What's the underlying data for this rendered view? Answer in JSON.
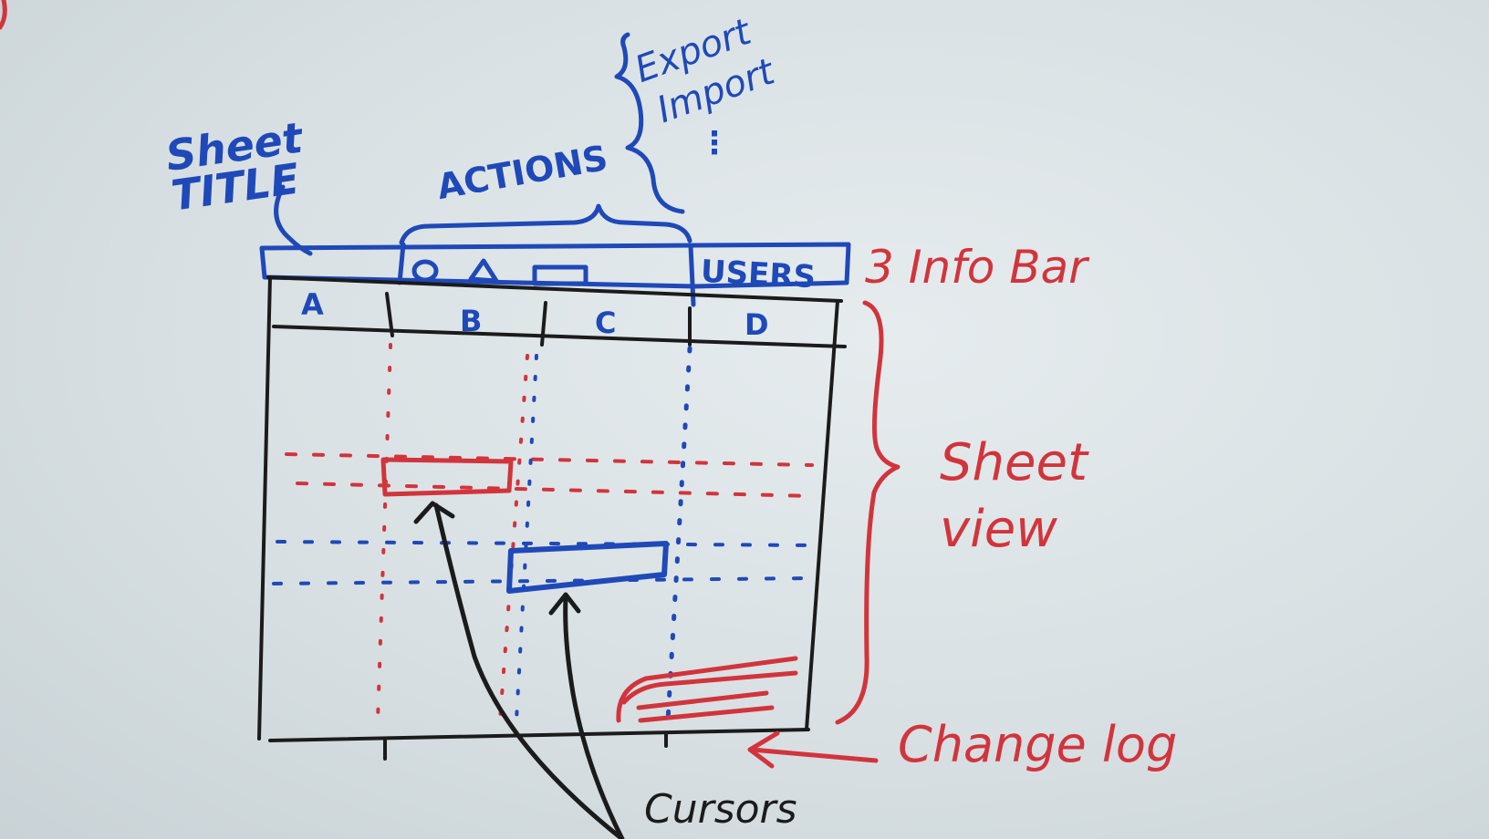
{
  "sheet_title": "Sheet\nTITLE",
  "actions": "ACTIONS",
  "actions_menu": [
    "Export",
    "Import",
    "⋮"
  ],
  "users": "USERS",
  "info_bar": "3  Info Bar",
  "columns": [
    "A",
    "B",
    "C",
    "D"
  ],
  "sheet_view": "Sheet\nview",
  "change_log": "Change log",
  "cursors": "Cursors",
  "colors": {
    "blue_marker": "#1f49b8",
    "red_marker": "#d2343c",
    "black_marker": "#1b1b1b"
  },
  "icons": [
    "circle-icon",
    "triangle-icon",
    "rectangle-icon"
  ]
}
